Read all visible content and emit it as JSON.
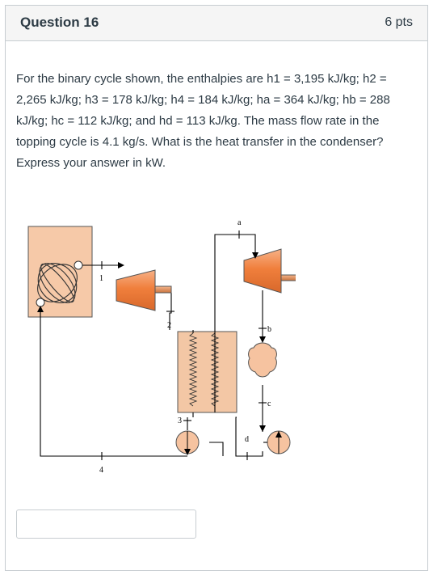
{
  "question": {
    "title": "Question 16",
    "points": "6 pts",
    "text": "For the binary cycle shown, the enthalpies are h1 = 3,195 kJ/kg; h2 = 2,265 kJ/kg; h3 = 178 kJ/kg; h4 = 184 kJ/kg; ha = 364 kJ/kg; hb = 288 kJ/kg; hc = 112 kJ/kg; and hd = 113 kJ/kg. The mass flow rate in the topping cycle is 4.1 kg/s. What is the heat transfer in the condenser? Express your answer in kW."
  },
  "diagram": {
    "state_labels": {
      "s1": "1",
      "s2": "2",
      "s3": "3",
      "s4": "4",
      "sa": "a",
      "sb": "b",
      "sc": "c",
      "sd": "d"
    },
    "colors": {
      "boiler_fill": "#f6c9a8",
      "component_fill": "#f08c4c",
      "hx_fill": "#f3c7a5",
      "pump_fill": "#f6c3a0"
    }
  },
  "answer": {
    "value": ""
  }
}
